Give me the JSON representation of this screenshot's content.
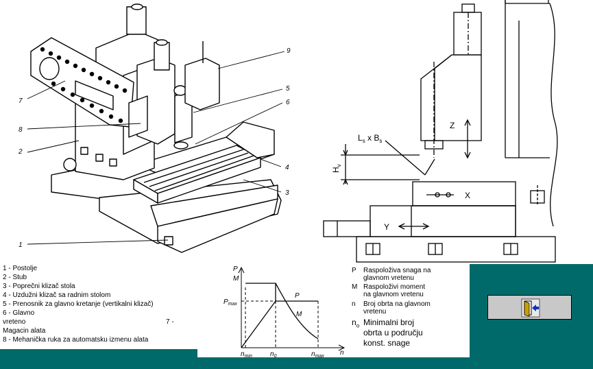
{
  "colors": {
    "teal": "#006a6a",
    "ink": "#000000",
    "nav_button": "#c8c8c8"
  },
  "machine_callouts": [
    "7",
    "9",
    "5",
    "6",
    "8",
    "2",
    "4",
    "3",
    "1"
  ],
  "legend_items": [
    "1 - Postolje",
    "2 - Stub",
    "3 - Poprečni klizač stola",
    "4 - Uzdužni klizač sa radnim stolom",
    "5 - Prenosnik za glavno kretanje (vertikalni klizač)",
    "6 - Glavno",
    "vreteno",
    "7 -",
    "Magacin alata",
    "8 - Mehanička ruka za automatsku izmenu alata"
  ],
  "graph": {
    "y_p": "P",
    "y_m": "M",
    "pmax": "P",
    "pmax_sub": "max",
    "curve_p": "P",
    "curve_m": "M",
    "x_axis": "n",
    "nmin": "n",
    "nmin_sub": "min",
    "n0": "n",
    "n0_sub": "0",
    "nmax": "n",
    "nmax_sub": "max"
  },
  "definitions": {
    "p_key": "P",
    "p_text_1": "Raspoloživa snaga na",
    "p_text_2": "glavnom vretenu",
    "m_key": "M",
    "m_text_1": "Raspoloživi moment",
    "m_text_2": "na glavnom vretenu",
    "n_key": "n",
    "n_text_1": "Broj obrta na glavnom",
    "n_text_2": "vretenu",
    "n0_key": "n",
    "n0_sub": "o",
    "n0_text_1": "Minimalni broj",
    "n0_text_2": "obrta u području",
    "n0_text_3": "konst. snage"
  },
  "schematic": {
    "z_label": "Z",
    "x_label": "X",
    "y_label": "Y",
    "ls_label": "L",
    "ls_sub": "s",
    "times": " x B",
    "bs_sub": "s",
    "hv_label": "H",
    "hv_sub": "v"
  },
  "nav": {
    "icon": "exit-door-icon"
  }
}
